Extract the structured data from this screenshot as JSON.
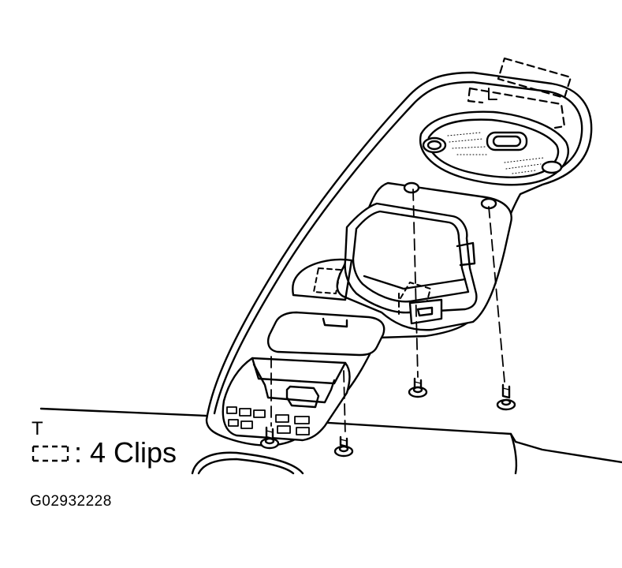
{
  "legend": {
    "marker": "T",
    "clips_label": ": 4 Clips",
    "clip_icon": "dashed-rectangle-clip-symbol"
  },
  "figure_code": "G02932228",
  "colors": {
    "line": "#000000",
    "background": "#ffffff",
    "part_fill": "#ffffff"
  }
}
